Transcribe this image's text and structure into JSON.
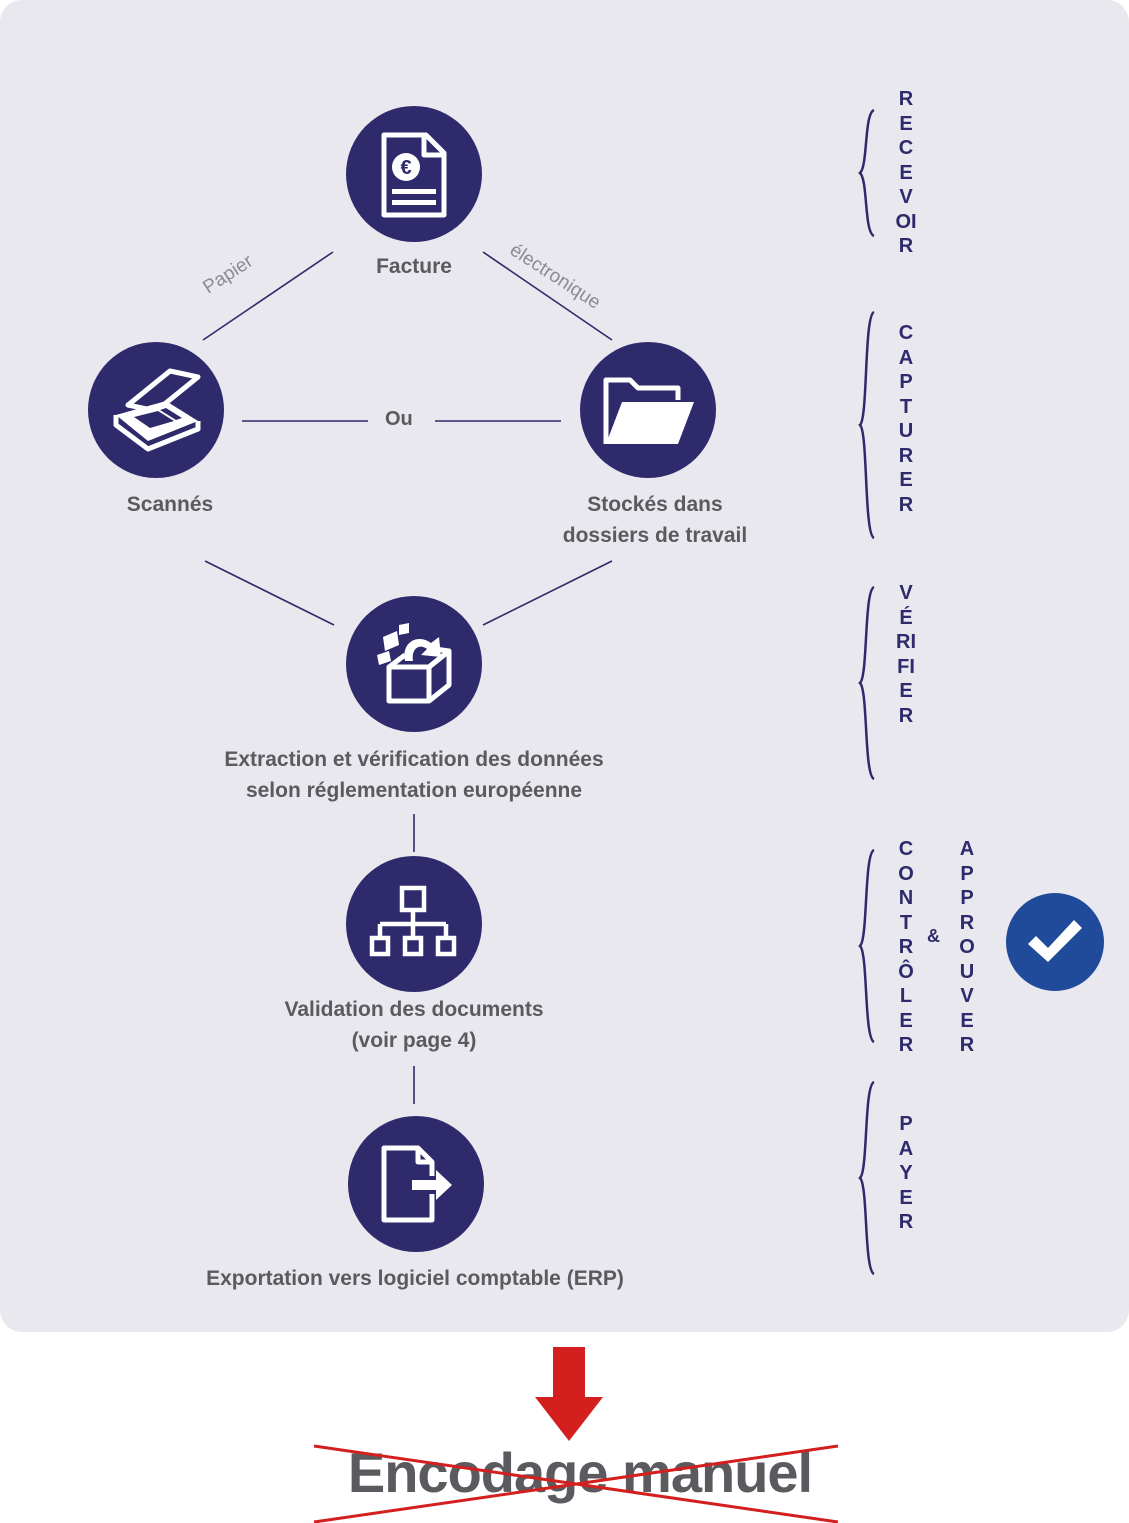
{
  "nodes": {
    "facture": "Facture",
    "scannes": "Scannés",
    "stockes_line1": "Stockés dans",
    "stockes_line2": "dossiers de travail",
    "extraction_line1": "Extraction et vérification des données",
    "extraction_line2": "selon réglementation européenne",
    "validation_line1": "Validation des documents",
    "validation_line2": "(voir page 4)",
    "exportation": "Exportation vers logiciel comptable (ERP)"
  },
  "edges": {
    "papier": "Papier",
    "electronique": "électronique",
    "ou": "Ou"
  },
  "stages": {
    "recevoir": "RECEVOIR",
    "capturer": "CAPTURER",
    "verifier": "VÉRIFIER",
    "controler": "CONTRÔLER",
    "ampersand": "&",
    "approuver": "APPROUVER",
    "payer": "PAYER"
  },
  "icons": {
    "facture": "invoice-euro-icon",
    "scannes": "scanner-icon",
    "stockes": "folder-icon",
    "extraction": "box-extract-icon",
    "validation": "hierarchy-icon",
    "exportation": "file-export-icon",
    "check": "checkmark-icon",
    "arrow": "down-arrow-icon"
  },
  "bottom": {
    "text": "Encodage manuel",
    "struck_through": true
  },
  "colors": {
    "panel_bg": "#e9e8ef",
    "node": "#2e2a6b",
    "text": "#5b5a5f",
    "stage": "#2e2a6b",
    "check": "#1f4b9a",
    "arrow": "#d41f1f",
    "cross": "#d41f1f"
  }
}
